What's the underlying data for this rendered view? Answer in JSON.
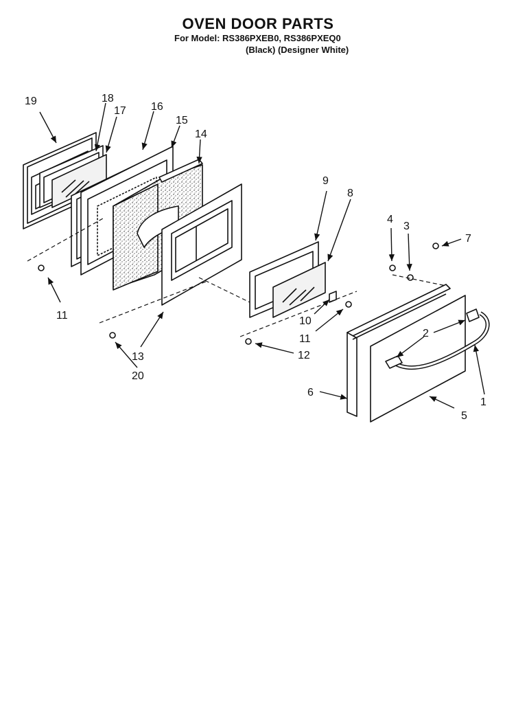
{
  "header": {
    "title": "OVEN DOOR PARTS",
    "model_line": "For Model: RS386PXEB0, RS386PXEQ0",
    "color_line": "(Black)  (Designer White)"
  },
  "callouts": {
    "c1": "1",
    "c2": "2",
    "c3": "3",
    "c4": "4",
    "c5": "5",
    "c6": "6",
    "c7": "7",
    "c8": "8",
    "c9": "9",
    "c10": "10",
    "c11a": "11",
    "c11b": "11",
    "c12": "12",
    "c13": "13",
    "c14": "14",
    "c15": "15",
    "c16": "16",
    "c17": "17",
    "c18": "18",
    "c19": "19",
    "c20": "20"
  },
  "colors": {
    "ink": "#111111",
    "insulation": "#d9d9d9",
    "glass": "#f2f2f2"
  }
}
